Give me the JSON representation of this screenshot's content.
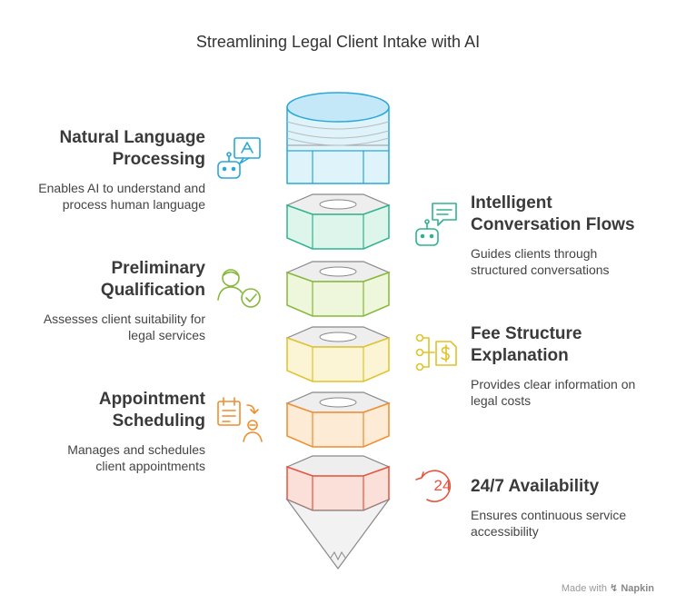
{
  "title": "Streamlining Legal Client Intake with AI",
  "items": [
    {
      "title_line1": "Natural Language",
      "title_line2": "Processing",
      "desc_line1": "Enables AI to understand and",
      "desc_line2": "process human language",
      "side": "left",
      "color": "#2aa7d9",
      "icon": "robot-translate-icon"
    },
    {
      "title_line1": "Intelligent",
      "title_line2": "Conversation Flows",
      "desc_line1": "Guides clients through",
      "desc_line2": "structured conversations",
      "side": "right",
      "color": "#2fb38f",
      "icon": "chatbot-icon"
    },
    {
      "title_line1": "Preliminary",
      "title_line2": "Qualification",
      "desc_line1": "Assesses client suitability for",
      "desc_line2": "legal services",
      "side": "left",
      "color": "#86b83a",
      "icon": "user-check-icon"
    },
    {
      "title_line1": "Fee Structure",
      "title_line2": "Explanation",
      "desc_line1": "Provides clear information on",
      "desc_line2": "legal costs",
      "side": "right",
      "color": "#e0c22a",
      "icon": "fee-structure-icon"
    },
    {
      "title_line1": "Appointment",
      "title_line2": "Scheduling",
      "desc_line1": "Manages and schedules",
      "desc_line2": "client appointments",
      "side": "left",
      "color": "#ee8e2e",
      "icon": "calendar-person-icon"
    },
    {
      "title_line1": "24/7 Availability",
      "title_line2": "",
      "desc_line1": "Ensures continuous service",
      "desc_line2": "accessibility",
      "side": "right",
      "color": "#e8533c",
      "icon": "clock-24-icon"
    }
  ],
  "footer": {
    "made_with": "Made with",
    "brand": "Napkin"
  }
}
